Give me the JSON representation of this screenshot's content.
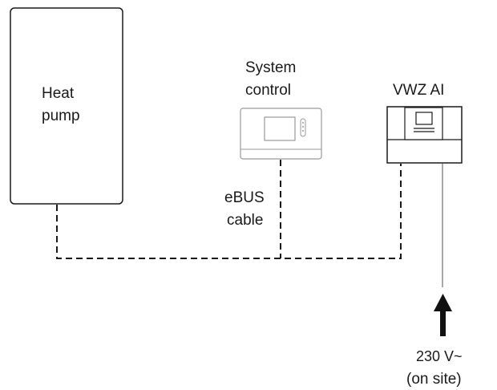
{
  "heat_pump": {
    "line1": "Heat",
    "line2": "pump"
  },
  "system_control": {
    "line1": "System",
    "line2": "control"
  },
  "vwz_ai": {
    "label": "VWZ AI"
  },
  "ebus": {
    "line1": "eBUS",
    "line2": "cable"
  },
  "power": {
    "line1": "230 V~",
    "line2": "(on site)"
  },
  "colors": {
    "line": "#1a1a1a",
    "device_outline": "#9a9a9a",
    "power_line": "#a8a8a8"
  }
}
